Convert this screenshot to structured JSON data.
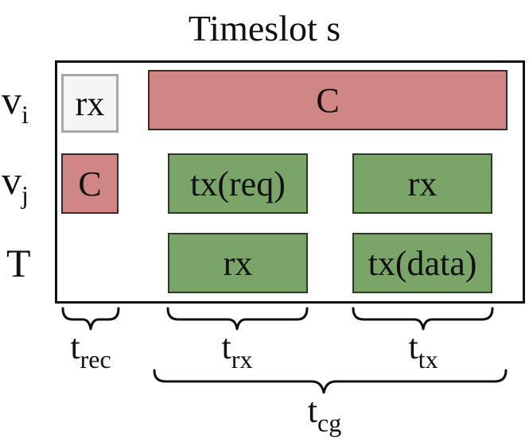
{
  "title": "Timeslot s",
  "rows": {
    "vi": {
      "main": "v",
      "sub": "i"
    },
    "vj": {
      "main": "v",
      "sub": "j"
    },
    "T": {
      "main": "T"
    }
  },
  "blocks": {
    "vi_rx": "rx",
    "vi_c": "C",
    "vj_c": "C",
    "vj_txreq": "tx(req)",
    "vj_rx": "rx",
    "t_rx": "rx",
    "t_txdata": "tx(data)"
  },
  "durations": {
    "rec": {
      "main": "t",
      "sub": "rec"
    },
    "rx": {
      "main": "t",
      "sub": "rx"
    },
    "tx": {
      "main": "t",
      "sub": "tx"
    },
    "cg": {
      "main": "t",
      "sub": "cg"
    }
  },
  "colors": {
    "contention": "#cf8684",
    "transmit": "#7ba469",
    "idle": "#f5f5f5"
  }
}
